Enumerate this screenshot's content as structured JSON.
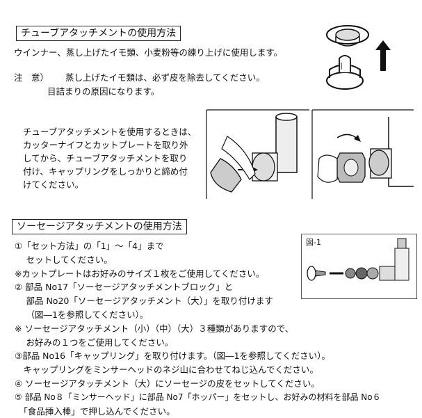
{
  "tube": {
    "title": "チューブアタッチメントの使用方法",
    "usage": "ウインナー、蒸し上げたイモ類、小麦粉等の練り上げに使用します。",
    "note_label": "注　意）",
    "note_1": "蒸し上げたイモ類は、必ず皮を除去してください。",
    "note_2": "目詰まりの原因になります。",
    "instruction": [
      "チューブアタッチメントを使用するときは、",
      "カッターナイフとカットプレートを取り外",
      "してから、チューブアタッチメントを取り",
      "付け、キャップリングをしっかりと締め付",
      "けてください。"
    ]
  },
  "sausage": {
    "title": "ソーセージアタッチメントの使用方法",
    "figure_label": "図-1",
    "steps": [
      "①「セット方法」の「1」～「4」まで",
      "　 セットしてください。",
      "※カットプレートはお好みのサイズ１枚をご使用してください。",
      "② 部品 No17「ソーセージアタッチメントブロック」と",
      "　 部品 No20「ソーセージアタッチメント（大）」を取り付けます",
      "　 （図―1を参照してください）。",
      "※ ソーセージアタッチメント（小）（中）（大）３種類がありますので、",
      "　 お好みの１つをご使用してください。",
      "③部品 No16「キャップリング」を取り付けます。（図―1を参照してください）。",
      "　キャップリングをミンサーヘッドのネジ山に合わせてねじ込んでください。",
      "④ ソーセージアタッチメント（大）にソーセージの皮をセットしてください。",
      "⑤ 部品 No８「ミンサーヘッド」に部品 No7「ホッパー」をセットし、お好みの材料を部品 No６",
      "　「食品挿入棒」で押し込んでください。"
    ]
  },
  "icons": {
    "top_right": "attachment-parts-icon",
    "arrow": "up-arrow-icon"
  },
  "colors": {
    "ink": "#111111",
    "panel": "#ffffff"
  }
}
